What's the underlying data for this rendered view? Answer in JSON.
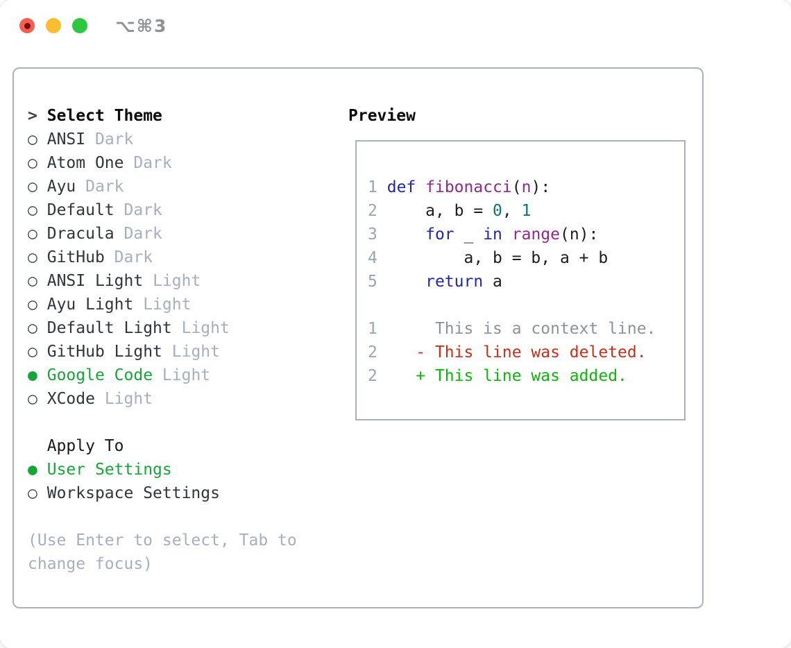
{
  "window": {
    "title": "⌥⌘3"
  },
  "titlebar_icons": [
    "close-button",
    "minimize-button",
    "zoom-button"
  ],
  "glyphs": {
    "header_marker": ">",
    "selected": "●",
    "unselected": "○"
  },
  "colors": {
    "selection_green": "#17a53a",
    "panel_border": "#a9b1bc",
    "theme_name": "#30353c",
    "variant_gray": "#a6afbd",
    "hint_gray": "#a6afbd",
    "traffic_red": "#f35f51",
    "traffic_red_dot": "#7c0e08",
    "traffic_yellow": "#fcbc33",
    "traffic_green": "#2bc840",
    "title_gray": "#8e9196"
  },
  "theme_panel": {
    "header": {
      "marker": ">",
      "label": "Select Theme"
    },
    "themes": [
      {
        "name": "ANSI",
        "variant": "Dark",
        "selected": false
      },
      {
        "name": "Atom One",
        "variant": "Dark",
        "selected": false
      },
      {
        "name": "Ayu",
        "variant": "Dark",
        "selected": false
      },
      {
        "name": "Default",
        "variant": "Dark",
        "selected": false
      },
      {
        "name": "Dracula",
        "variant": "Dark",
        "selected": false
      },
      {
        "name": "GitHub",
        "variant": "Dark",
        "selected": false
      },
      {
        "name": "ANSI Light",
        "variant": "Light",
        "selected": false
      },
      {
        "name": "Ayu Light",
        "variant": "Light",
        "selected": false
      },
      {
        "name": "Default Light",
        "variant": "Light",
        "selected": false
      },
      {
        "name": "GitHub Light",
        "variant": "Light",
        "selected": false
      },
      {
        "name": "Google Code",
        "variant": "Light",
        "selected": true
      },
      {
        "name": "XCode",
        "variant": "Light",
        "selected": false
      }
    ],
    "apply_to": {
      "label": "Apply To",
      "options": [
        {
          "label": "User Settings",
          "selected": true
        },
        {
          "label": "Workspace Settings",
          "selected": false
        }
      ]
    },
    "hint": "(Use Enter to select, Tab to change focus)"
  },
  "preview": {
    "label": "Preview",
    "colors": {
      "kw": "#2127ab",
      "fn": "#8d2a8d",
      "lit": "#0d7474",
      "pln": "#1d1d1f",
      "ctx": "#8c929c",
      "del": "#c5301a",
      "add": "#0fb40f",
      "lineno": "#9aa4b4"
    },
    "lines": [
      {
        "num": "1",
        "segs": [
          {
            "t": " ",
            "c": "pln"
          },
          {
            "t": "def",
            "c": "kw"
          },
          {
            "t": " ",
            "c": "pln"
          },
          {
            "t": "fibonacci",
            "c": "fn"
          },
          {
            "t": "(",
            "c": "pln"
          },
          {
            "t": "n",
            "c": "fn"
          },
          {
            "t": "):",
            "c": "pln"
          }
        ]
      },
      {
        "num": "2",
        "segs": [
          {
            "t": "     a, b = ",
            "c": "pln"
          },
          {
            "t": "0",
            "c": "lit"
          },
          {
            "t": ", ",
            "c": "pln"
          },
          {
            "t": "1",
            "c": "lit"
          }
        ]
      },
      {
        "num": "3",
        "segs": [
          {
            "t": "     ",
            "c": "pln"
          },
          {
            "t": "for",
            "c": "kw"
          },
          {
            "t": " _ ",
            "c": "pln"
          },
          {
            "t": "in",
            "c": "kw"
          },
          {
            "t": " ",
            "c": "pln"
          },
          {
            "t": "range",
            "c": "fn"
          },
          {
            "t": "(n):",
            "c": "pln"
          }
        ]
      },
      {
        "num": "4",
        "segs": [
          {
            "t": "         a, b = b, a + b",
            "c": "pln"
          }
        ]
      },
      {
        "num": "5",
        "segs": [
          {
            "t": "     ",
            "c": "pln"
          },
          {
            "t": "return",
            "c": "kw"
          },
          {
            "t": " a",
            "c": "pln"
          }
        ]
      },
      {
        "blank": true
      },
      {
        "num": "1",
        "segs": [
          {
            "t": "      This is a context line.",
            "c": "ctx"
          }
        ]
      },
      {
        "num": "2",
        "segs": [
          {
            "t": "    - This line was deleted.",
            "c": "del"
          }
        ]
      },
      {
        "num": "2",
        "segs": [
          {
            "t": "    + This line was added.",
            "c": "add"
          }
        ]
      }
    ]
  }
}
